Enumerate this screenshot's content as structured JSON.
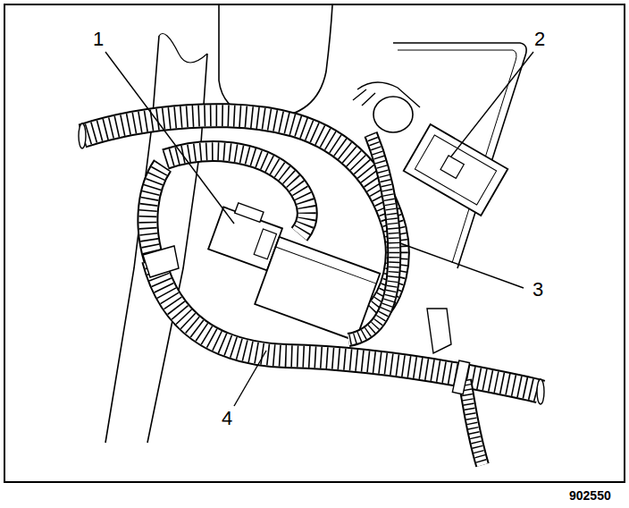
{
  "diagram": {
    "labels": [
      "1",
      "2",
      "3",
      "4",
      "902550"
    ]
  }
}
